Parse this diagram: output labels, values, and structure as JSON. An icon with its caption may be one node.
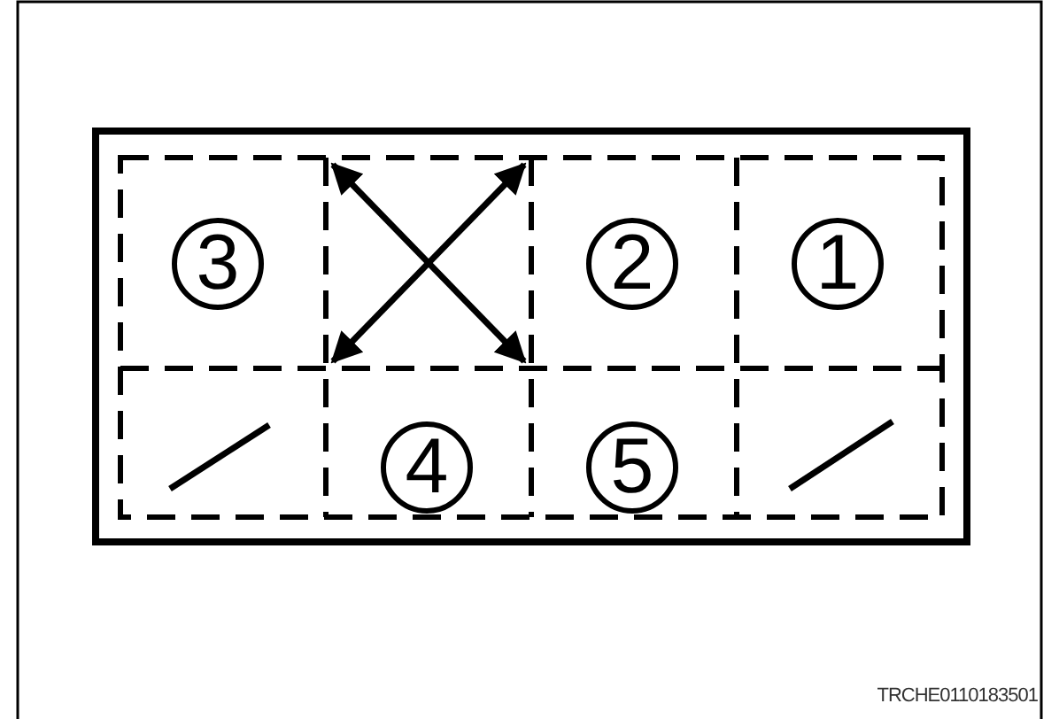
{
  "diagram": {
    "nodes": [
      {
        "text": [
          "3"
        ]
      },
      {
        "text": [
          "2"
        ]
      },
      {
        "text": [
          "1"
        ]
      },
      {
        "text": [
          "4"
        ]
      },
      {
        "text": [
          "5"
        ]
      }
    ],
    "labels": [
      "TRCHE0110183501"
    ]
  }
}
